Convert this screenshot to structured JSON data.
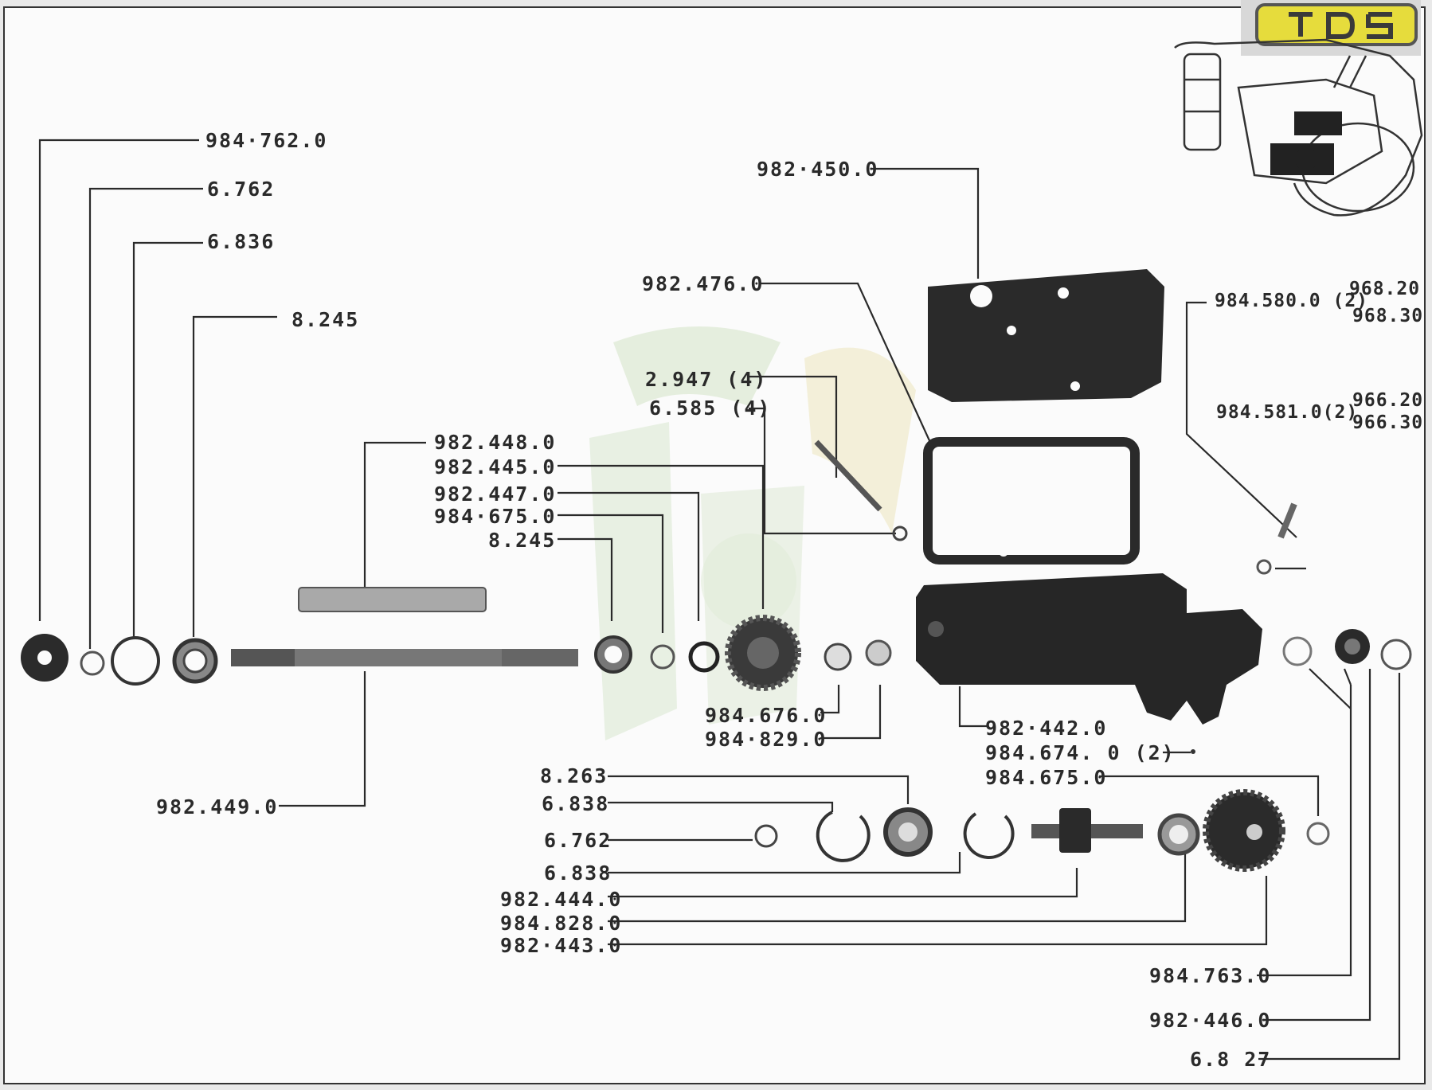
{
  "logo": {
    "text": "TDS",
    "accent": "#e6dc3c"
  },
  "part_numbers": {
    "p984_762": "984·762.0",
    "p6_762_top": "6.762",
    "p6_836": "6.836",
    "p8_245_top": "8.245",
    "p982_450": "982·450.0",
    "p982_476": "982.476.0",
    "p984_580": "984.580.0 (2)",
    "p968_20": "968.20",
    "p968_30": "968.30",
    "p984_581": "984.581.0(2)",
    "p966_20": "966.20",
    "p966_30": "966.30",
    "p2_947": "2.947 (4)",
    "p6_585": "6.585 (4)",
    "p982_448": "982.448.0",
    "p982_445": "982.445.0",
    "p982_447": "982.447.0",
    "p984_675_a": "984·675.0",
    "p8_245_mid": "8.245",
    "p984_676": "984.676.0",
    "p984_829": "984·829.0",
    "p982_449": "982.449.0",
    "p982_442": "982·442.0",
    "p984_674": "984.674. 0 (2)",
    "p984_675_b": "984.675.0",
    "p8_263": "8.263",
    "p6_838_a": "6.838",
    "p6_762_b": "6.762",
    "p6_838_b": "6.838",
    "p982_444": "982.444.0",
    "p984_828": "984.828.0",
    "p982_443": "982·443.0",
    "p984_763": "984.763.0",
    "p982_446": "982·446.0",
    "p6_827": "6.8 27"
  },
  "colors": {
    "ink": "#2a2a2a",
    "part": "#2b2b2b",
    "watermark": "#cfe0c4"
  }
}
